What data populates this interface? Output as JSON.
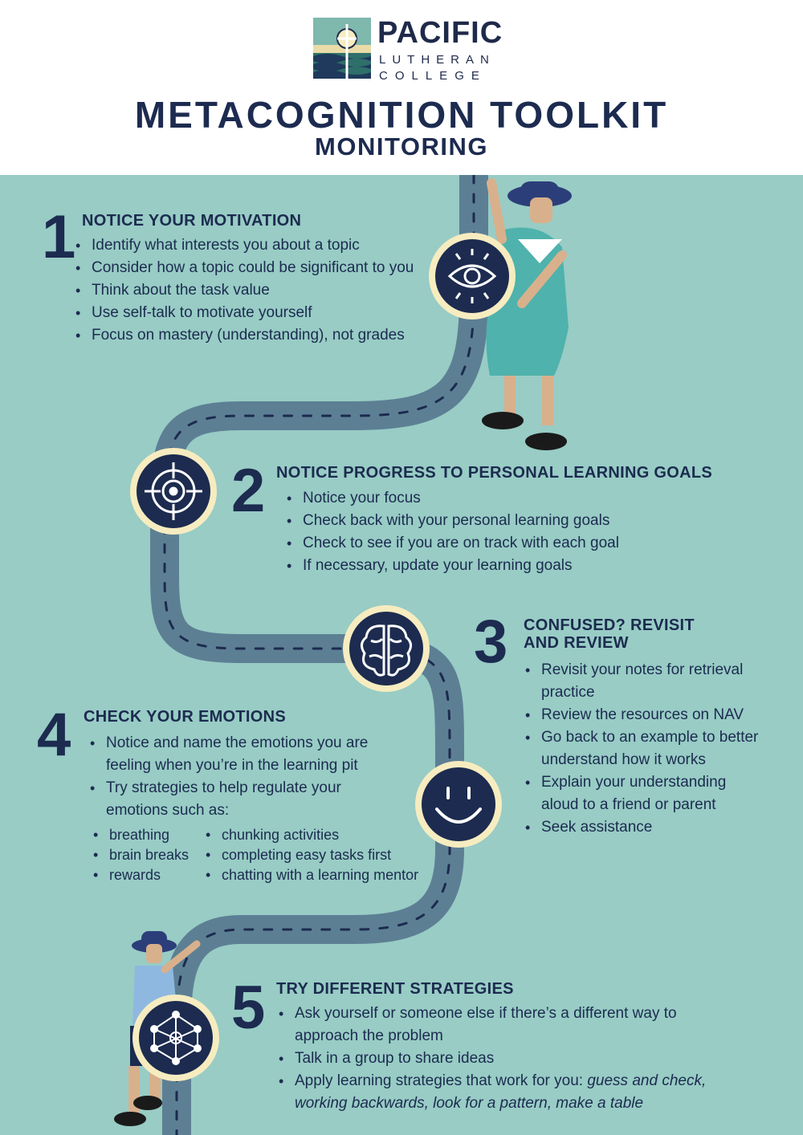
{
  "header": {
    "logo_line1": "PACIFIC",
    "logo_line2": "LUTHERAN",
    "logo_line3": "COLLEGE",
    "title": "METACOGNITION TOOLKIT",
    "subtitle": "MONITORING"
  },
  "colors": {
    "background": "#98ccc5",
    "navy": "#1c2b4f",
    "road": "#5d7f94",
    "badge_ring": "#f6ecc0",
    "badge_fill": "#1c2b4f"
  },
  "sections": [
    {
      "number": "1",
      "heading": "NOTICE YOUR MOTIVATION",
      "icon": "eye-icon",
      "items": [
        "Identify what interests you about a topic",
        "Consider how a topic could be significant to you",
        "Think about the task value",
        "Use self-talk to motivate yourself",
        "Focus on mastery (understanding), not grades"
      ]
    },
    {
      "number": "2",
      "heading": "NOTICE PROGRESS TO PERSONAL LEARNING GOALS",
      "icon": "target-icon",
      "items": [
        "Notice your focus",
        "Check back with your personal learning goals",
        "Check to see if you are on track with each goal",
        "If necessary, update your learning goals"
      ]
    },
    {
      "number": "3",
      "heading_line1": "CONFUSED? REVISIT",
      "heading_line2": "AND REVIEW",
      "icon": "brain-icon",
      "items": [
        "Revisit your notes for retrieval practice",
        "Review the resources on NAV",
        "Go back to an example to better understand how it works",
        "Explain your understanding aloud to a friend or parent",
        "Seek assistance"
      ]
    },
    {
      "number": "4",
      "heading": "CHECK YOUR EMOTIONS",
      "icon": "smiley-icon",
      "items": [
        "Notice and name the emotions you are feeling when you’re in the learning pit",
        "Try strategies to help regulate your emotions such as:"
      ],
      "sub_col1": [
        "breathing",
        "brain breaks",
        "rewards"
      ],
      "sub_col2": [
        "chunking activities",
        "completing easy tasks first",
        "chatting with a learning mentor"
      ]
    },
    {
      "number": "5",
      "heading": "TRY DIFFERENT STRATEGIES",
      "icon": "network-icon",
      "items": [
        "Ask yourself or someone else if there’s a different way to approach the problem",
        "Talk in a group to share ideas"
      ],
      "item3_prefix": "Apply learning strategies that work for you: ",
      "item3_italic": "guess and check, working backwards, look for a pattern, make a table"
    }
  ]
}
